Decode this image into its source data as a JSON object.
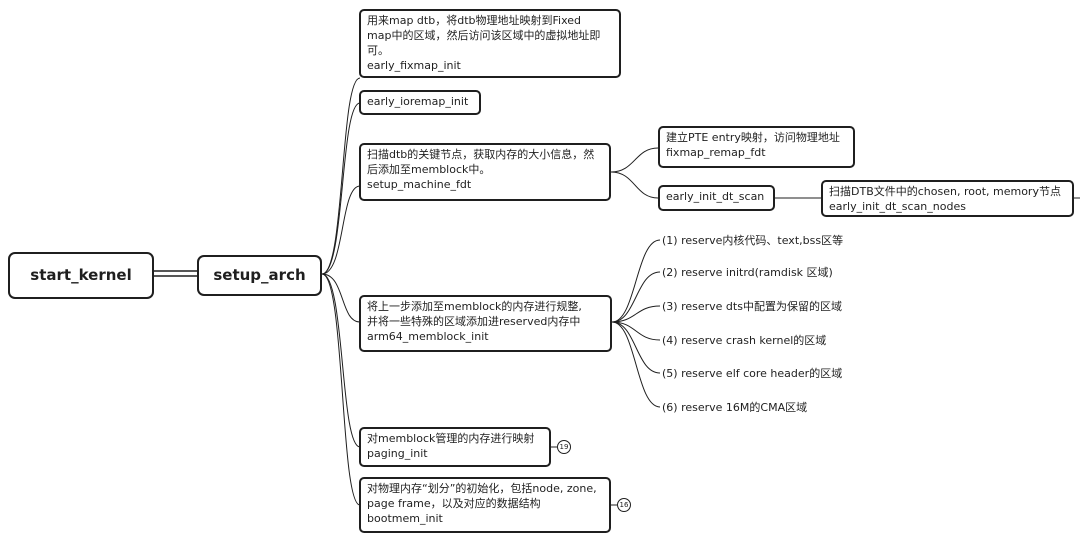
{
  "root": {
    "label": "start_kernel"
  },
  "main": {
    "label": "setup_arch"
  },
  "topics": [
    {
      "id": "fixmap",
      "lines": [
        "用来map dtb，将dtb物理地址映射到Fixed",
        "map中的区域，然后访问该区域中的虚拟地址即",
        "可。",
        "early_fixmap_init"
      ]
    },
    {
      "id": "ioremap",
      "lines": [
        "early_ioremap_init"
      ]
    },
    {
      "id": "machine-fdt",
      "lines": [
        "扫描dtb的关键节点，获取内存的大小信息，然",
        "后添加至memblock中。",
        "setup_machine_fdt"
      ],
      "children": [
        {
          "id": "remap-fdt",
          "lines": [
            "建立PTE entry映射，访问物理地址",
            "fixmap_remap_fdt"
          ]
        },
        {
          "id": "dt-scan",
          "lines": [
            "early_init_dt_scan"
          ],
          "children": [
            {
              "id": "dt-scan-nodes",
              "lines": [
                "扫描DTB文件中的chosen, root, memory节点",
                "early_init_dt_scan_nodes"
              ]
            }
          ]
        }
      ]
    },
    {
      "id": "memblock-init",
      "lines": [
        "将上一步添加至memblock的内存进行规整,",
        "并将一些特殊的区域添加进reserved内存中",
        "arm64_memblock_init"
      ],
      "leaves": [
        "(1) reserve内核代码、text,bss区等",
        "(2) reserve initrd(ramdisk 区域)",
        "(3) reserve dts中配置为保留的区域",
        "(4) reserve crash kernel的区域",
        "(5) reserve elf core header的区域",
        "(6) reserve 16M的CMA区域"
      ]
    },
    {
      "id": "paging",
      "lines": [
        "对memblock管理的内存进行映射",
        "paging_init"
      ],
      "badge": "19"
    },
    {
      "id": "bootmem",
      "lines": [
        "对物理内存“划分”的初始化，包括node, zone,",
        "page frame，以及对应的数据结构",
        "bootmem_init"
      ],
      "badge": "16"
    }
  ]
}
